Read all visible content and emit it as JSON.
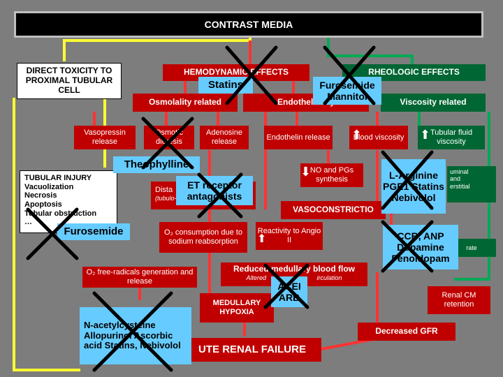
{
  "title": "CONTRAST MEDIA",
  "direct_toxicity": "DIRECT TOXICITY TO PROXIMAL TUBULAR CELL",
  "hemo_effects": "HEMODYNAMIC EFFECTS",
  "rheo_effects": "RHEOLOGIC EFFECTS",
  "osmolality": "Osmolality related",
  "endothelial": "Endothelial dy",
  "viscosity_related": "Viscosity related",
  "vasopressin": "Vasopressin release",
  "osmotic": "Osmotic diuresis",
  "adenosine": "Adenosine release",
  "endothelin": "Endothelin release",
  "blood_visc": "Blood viscosity",
  "tubular_fluid": "Tubular fluid viscosity",
  "tubular_injury": {
    "head": "TUBULAR INJURY",
    "items": [
      "Vacuolization",
      "Necrosis",
      "Apoptosis",
      "Tubular obstruction",
      "…"
    ]
  },
  "distal": "Dista",
  "tubulo": "(tubulo-",
  "no_pgs": "NO and PGs synthesis",
  "vasoconstriction": "VASOCONSTRICTIO",
  "intraluminal": [
    "uminal",
    "and",
    "erstitial"
  ],
  "o2_consumption": "O₂ consumption due to sodium reabsorption",
  "reactivity": "Reactivity to Angio II",
  "free_radicals": "O₂ free-radicals generation and release",
  "reduced_flow": "Reduced medullary blood flow",
  "altered_circ": "Altered",
  "circulation": "irculation",
  "medullary_hypoxia": "MEDULLARY HYPOXIA",
  "renal_cm": "Renal CM retention",
  "decreased_gfr": "Decreased GFR",
  "acute_failure": "UTE RENAL FAILURE",
  "rate": "rate",
  "overlays": {
    "statins": "Statins",
    "furosemide_mannitol": "Furosemide Mannitol",
    "theophylline": "Theophylline",
    "et_antagonists": "ET receptor antagonists",
    "furosemide": "Furosemide",
    "larginine": "L-Arginine PGE1 Statins Nebivolol",
    "ccb": "CCB, ANP Dopamine Fenoldopam",
    "acei": "ACEI ARB",
    "nac": "N-acetylcysteine Allopurinol Ascorbic acid Statins, Nebivolol"
  },
  "colors": {
    "red": "#c00000",
    "green": "#006633",
    "blue": "#66ccff",
    "yellow": "#ffff33",
    "gray": "#7d7d7d"
  }
}
